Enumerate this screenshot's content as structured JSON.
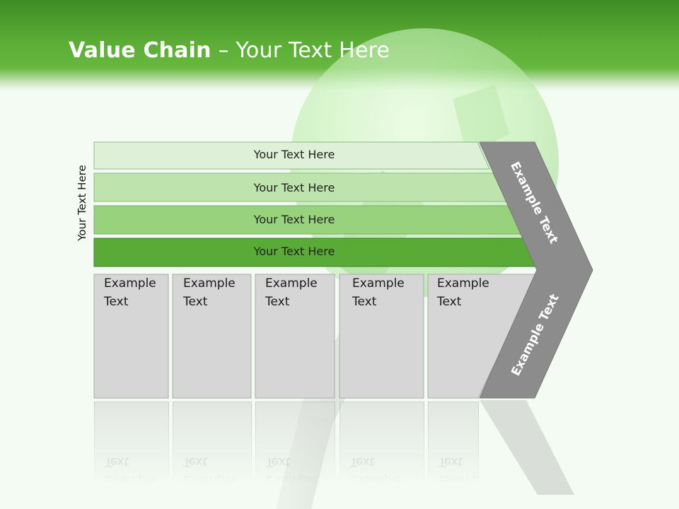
{
  "slide": {
    "title_bold": "Value Chain",
    "title_rest": " – Your Text Here"
  },
  "diagram": {
    "vertical_label": "Your Text Here",
    "support_rows": [
      {
        "label": "Your Text Here",
        "color": "#dff0d8"
      },
      {
        "label": "Your Text Here",
        "color": "#bfe3ad"
      },
      {
        "label": "Your Text Here",
        "color": "#98d27c"
      },
      {
        "label": "Your Text Here",
        "color": "#5aaa38"
      }
    ],
    "primary_cells": [
      {
        "line1": "Example",
        "line2": "Text"
      },
      {
        "line1": "Example",
        "line2": "Text"
      },
      {
        "line1": "Example",
        "line2": "Text"
      },
      {
        "line1": "Example",
        "line2": "Text"
      },
      {
        "line1": "Example",
        "line2": "Text"
      }
    ],
    "margin_upper": "Example Text",
    "margin_lower": "Example Text",
    "colors": {
      "cell_fill": "#d6d6d6",
      "cell_border": "#a9a9a9",
      "margin_fill": "#8c8c8c",
      "header_green": "#5aac35"
    }
  }
}
